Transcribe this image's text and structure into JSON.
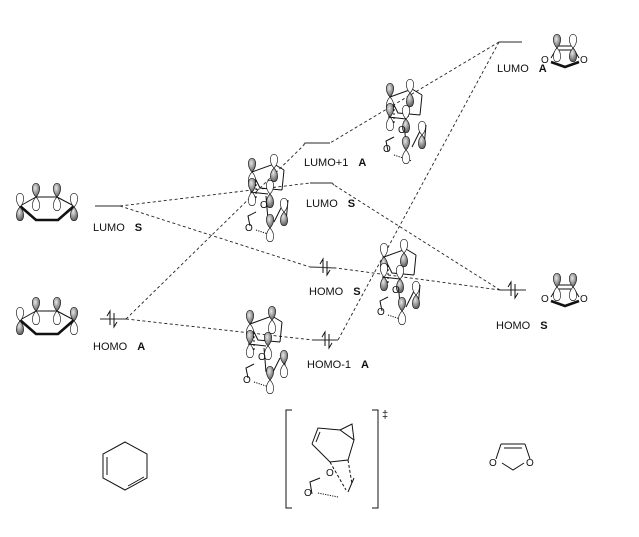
{
  "diagram": {
    "left": {
      "lumo": {
        "label": "LUMO",
        "symmetry": "S"
      },
      "homo": {
        "label": "HOMO",
        "symmetry": "A"
      }
    },
    "center": {
      "lumo_plus_1": {
        "label": "LUMO+1",
        "symmetry": "A"
      },
      "lumo": {
        "label": "LUMO",
        "symmetry": "S"
      },
      "homo": {
        "label": "HOMO",
        "symmetry": "S"
      },
      "homo_minus_1": {
        "label": "HOMO-1",
        "symmetry": "A"
      }
    },
    "right": {
      "lumo": {
        "label": "LUMO",
        "symmetry": "A"
      },
      "homo": {
        "label": "HOMO",
        "symmetry": "S"
      }
    },
    "atom_label": "O",
    "transition_state_mark": "‡",
    "colors": {
      "lobe_fill": "#6e6e6e",
      "line": "#222222"
    }
  }
}
